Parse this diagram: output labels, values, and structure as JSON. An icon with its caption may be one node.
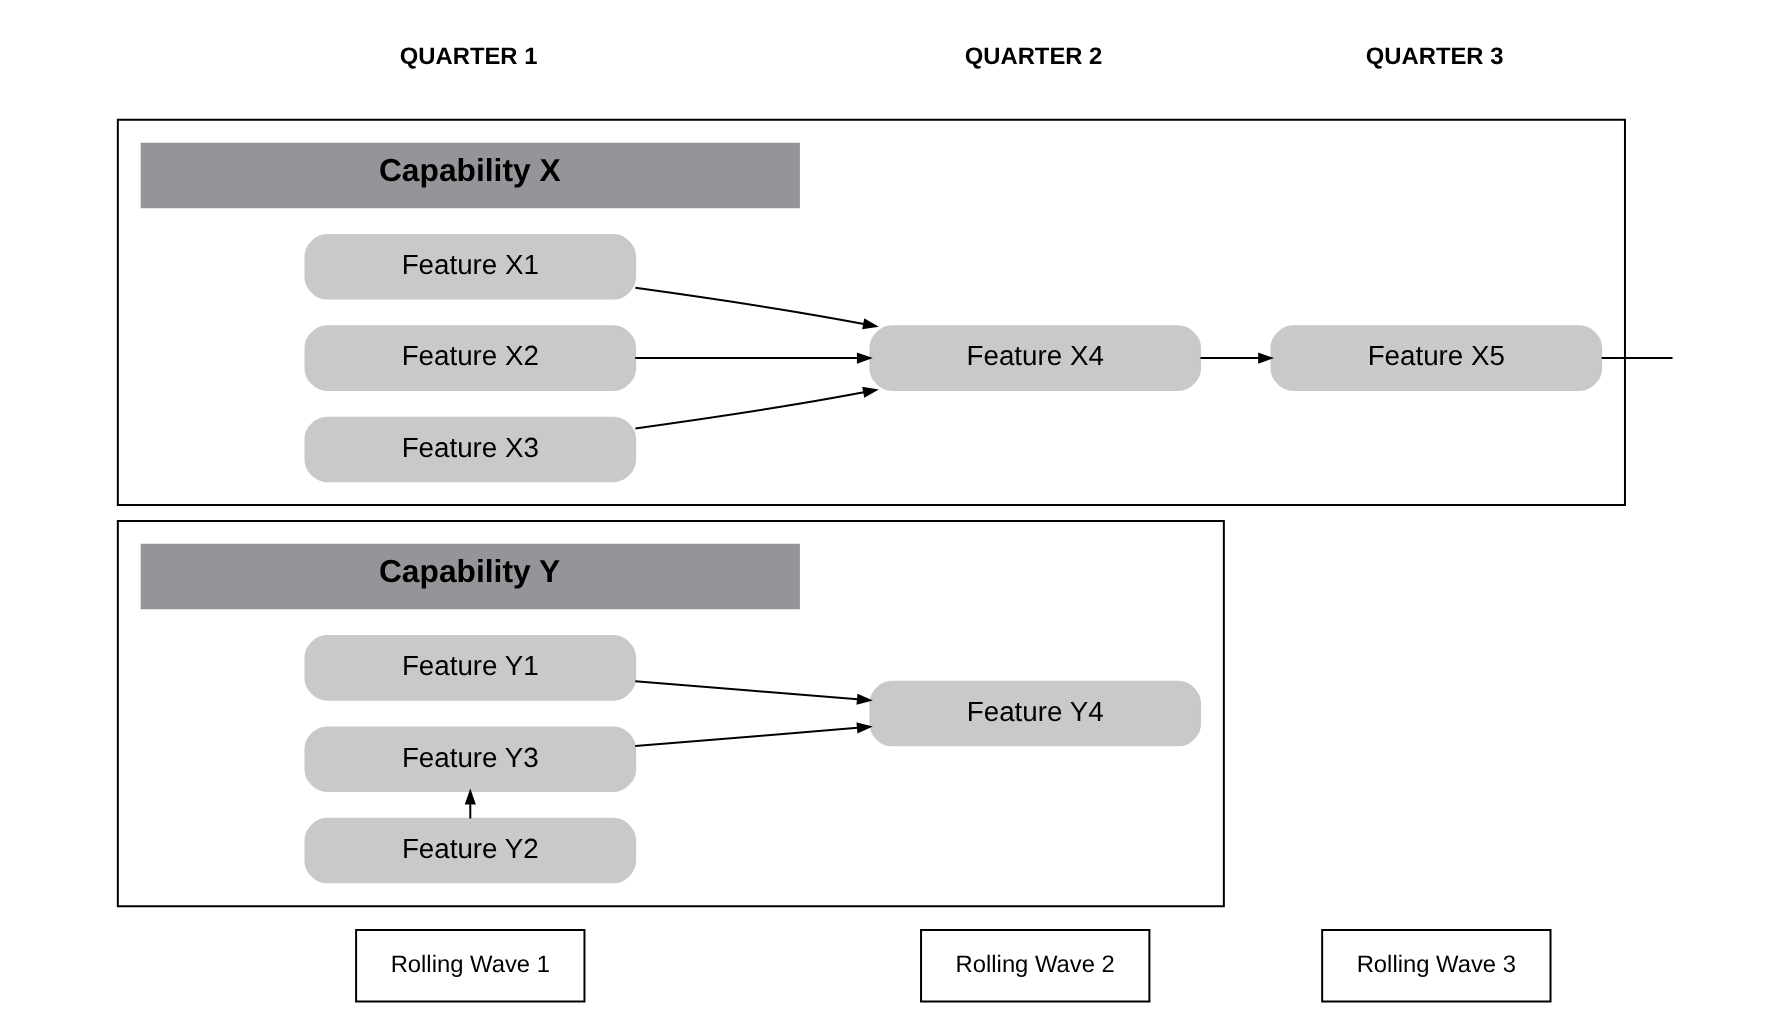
{
  "diagram": {
    "nodes": [
      {
        "text": [],
        "shape": "box"
      },
      {
        "text": [
          "Capability X"
        ],
        "in": 0
      },
      {
        "text": [
          "Feature X1"
        ],
        "in": 0
      },
      {
        "text": [
          "Feature X2"
        ],
        "in": 0
      },
      {
        "text": [
          "Feature X3"
        ],
        "in": 0
      },
      {
        "text": [
          "Feature X4"
        ],
        "in": 0
      },
      {
        "text": [
          "Feature X5"
        ],
        "in": 0
      },
      {
        "text": [],
        "shape": "box"
      },
      {
        "text": [
          "Capability Y"
        ],
        "in": 7
      },
      {
        "text": [
          "Feature Y1"
        ],
        "in": 7
      },
      {
        "text": [
          "Feature Y2"
        ],
        "in": 7
      },
      {
        "text": [
          "Feature Y3"
        ],
        "in": 7
      },
      {
        "text": [
          "Feature Y4"
        ],
        "in": 7
      },
      {
        "text": [
          "Rolling Wave 1"
        ]
      },
      {
        "text": [
          "Rolling Wave 2"
        ]
      },
      {
        "text": [
          "Rolling Wave 3"
        ]
      }
    ],
    "edges": [
      {
        "from": 2,
        "to": 5,
        "arrow": "to"
      },
      {
        "from": 3,
        "to": 5,
        "arrow": "to"
      },
      {
        "from": 4,
        "to": 5,
        "arrow": "to"
      },
      {
        "from": 5,
        "to": 6,
        "arrow": "to"
      },
      {
        "from": 6,
        "to": null,
        "arrow": "none"
      },
      {
        "from": 9,
        "to": 12,
        "arrow": "to"
      },
      {
        "from": 10,
        "to": 11,
        "arrow": "to"
      },
      {
        "from": 11,
        "to": 12,
        "arrow": "to"
      }
    ],
    "labels": [
      "QUARTER 1",
      "QUARTER 2",
      "QUARTER 3"
    ]
  }
}
